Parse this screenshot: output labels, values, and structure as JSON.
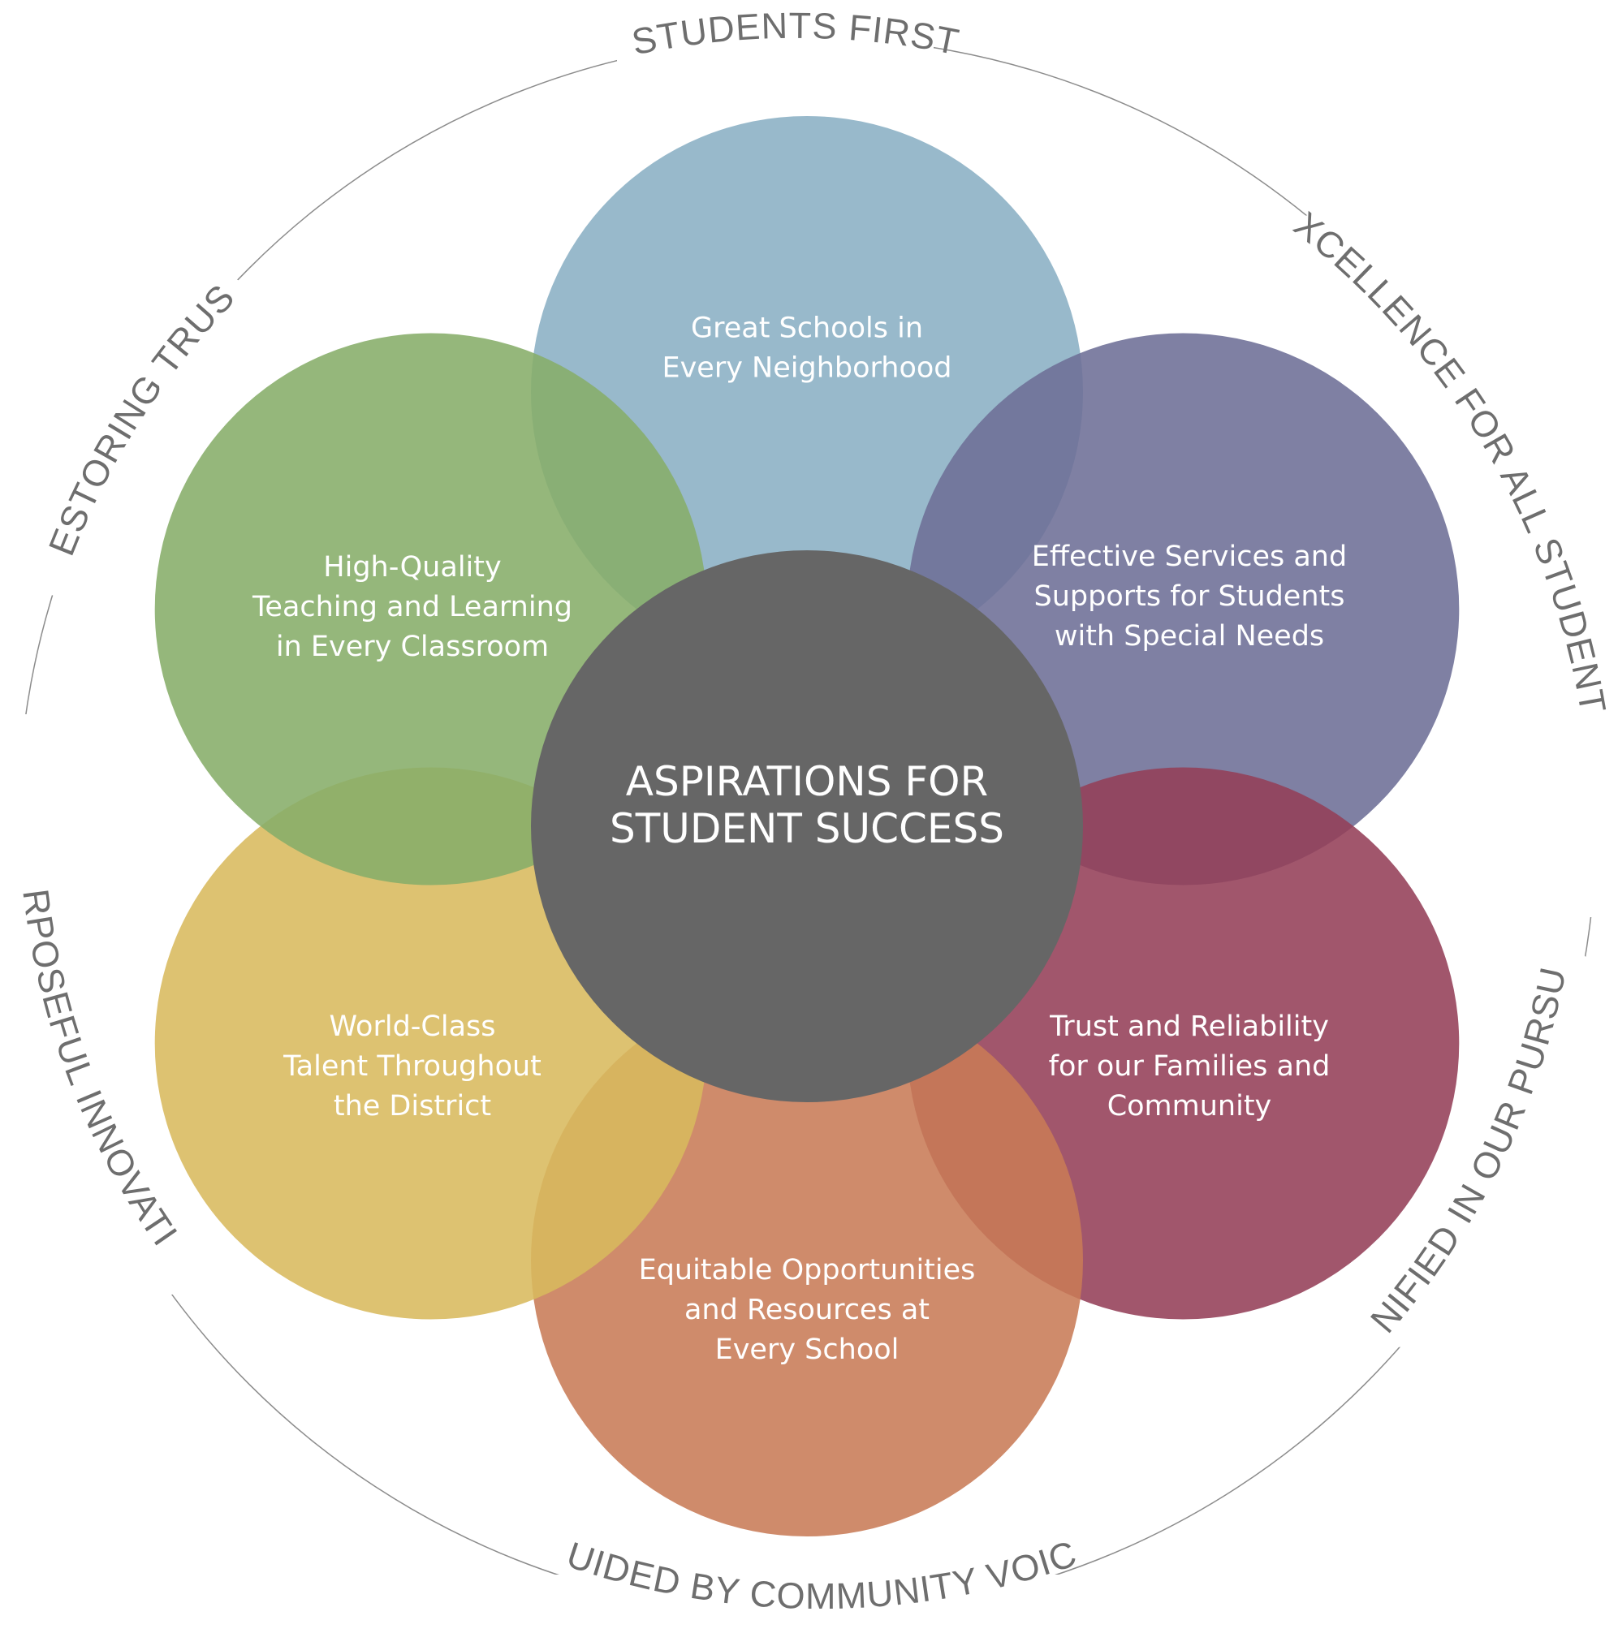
{
  "ring_values": [
    {
      "id": "students-first",
      "text": "STUDENTS FIRST"
    },
    {
      "id": "excellence",
      "text": "EXCELLENCE FOR ALL STUDENTS"
    },
    {
      "id": "unified",
      "text": "UNIFIED IN OUR PURSUIT"
    },
    {
      "id": "community-voice",
      "text": "GUIDED BY COMMUNITY VOICE"
    },
    {
      "id": "innovation",
      "text": "PURPOSEFUL INNOVATION"
    },
    {
      "id": "restoring-trust",
      "text": "RESTORING TRUST"
    }
  ],
  "center": {
    "lines": [
      "ASPIRATIONS FOR",
      "STUDENT SUCCESS"
    ],
    "color": "#666666"
  },
  "petals": [
    {
      "id": "great-schools",
      "color": "#8aafc4",
      "lines": [
        "Great Schools in",
        "Every Neighborhood"
      ]
    },
    {
      "id": "special-needs",
      "color": "#6d6e96",
      "lines": [
        "Effective Services and",
        "Supports for Students",
        "with Special Needs"
      ]
    },
    {
      "id": "trust-reliability",
      "color": "#943f58",
      "lines": [
        "Trust and Reliability",
        "for our Families and",
        "Community"
      ]
    },
    {
      "id": "equitable",
      "color": "#c87b56",
      "lines": [
        "Equitable Opportunities",
        "and Resources at",
        "Every School"
      ]
    },
    {
      "id": "world-class",
      "color": "#d8b95d",
      "lines": [
        "World-Class",
        "Talent Throughout",
        "the District"
      ]
    },
    {
      "id": "high-quality",
      "color": "#86ad69",
      "lines": [
        "High-Quality",
        "Teaching and Learning",
        "in Every Classroom"
      ]
    }
  ]
}
